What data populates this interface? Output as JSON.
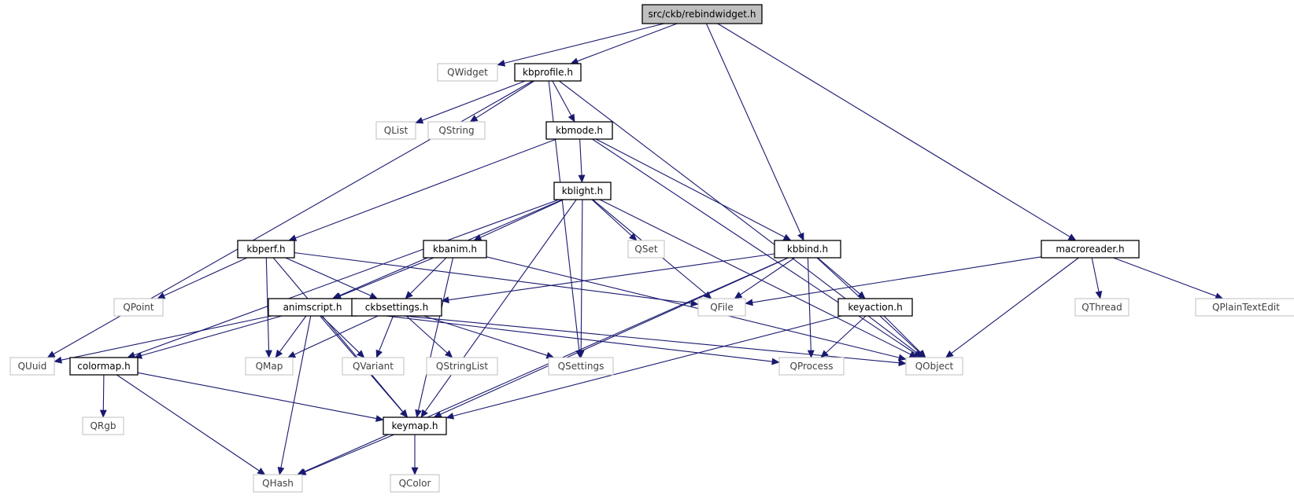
{
  "nodes": [
    {
      "id": "rebindwidget",
      "label": "src/ckb/rebindwidget.h",
      "kind": "root"
    },
    {
      "id": "qwidget",
      "label": "QWidget",
      "kind": "external"
    },
    {
      "id": "kbprofile",
      "label": "kbprofile.h",
      "kind": "internal"
    },
    {
      "id": "qlist",
      "label": "QList",
      "kind": "external"
    },
    {
      "id": "qstring",
      "label": "QString",
      "kind": "external"
    },
    {
      "id": "kbmode",
      "label": "kbmode.h",
      "kind": "internal"
    },
    {
      "id": "kblight",
      "label": "kblight.h",
      "kind": "internal"
    },
    {
      "id": "kbperf",
      "label": "kbperf.h",
      "kind": "internal"
    },
    {
      "id": "kbanim",
      "label": "kbanim.h",
      "kind": "internal"
    },
    {
      "id": "qset",
      "label": "QSet",
      "kind": "external"
    },
    {
      "id": "kbbind",
      "label": "kbbind.h",
      "kind": "internal"
    },
    {
      "id": "macroreader",
      "label": "macroreader.h",
      "kind": "internal"
    },
    {
      "id": "qpoint",
      "label": "QPoint",
      "kind": "external"
    },
    {
      "id": "animscript",
      "label": "animscript.h",
      "kind": "internal"
    },
    {
      "id": "ckbsettings",
      "label": "ckbsettings.h",
      "kind": "internal"
    },
    {
      "id": "qfile",
      "label": "QFile",
      "kind": "external"
    },
    {
      "id": "keyaction",
      "label": "keyaction.h",
      "kind": "internal"
    },
    {
      "id": "qthread",
      "label": "QThread",
      "kind": "external"
    },
    {
      "id": "qplaintextedit",
      "label": "QPlainTextEdit",
      "kind": "external"
    },
    {
      "id": "quuid",
      "label": "QUuid",
      "kind": "external"
    },
    {
      "id": "colormap",
      "label": "colormap.h",
      "kind": "internal"
    },
    {
      "id": "qmap",
      "label": "QMap",
      "kind": "external"
    },
    {
      "id": "qvariant",
      "label": "QVariant",
      "kind": "external"
    },
    {
      "id": "qstringlist",
      "label": "QStringList",
      "kind": "external"
    },
    {
      "id": "qsettings",
      "label": "QSettings",
      "kind": "external"
    },
    {
      "id": "qprocess",
      "label": "QProcess",
      "kind": "external"
    },
    {
      "id": "qobject",
      "label": "QObject",
      "kind": "external"
    },
    {
      "id": "qrgb",
      "label": "QRgb",
      "kind": "external"
    },
    {
      "id": "keymap",
      "label": "keymap.h",
      "kind": "internal"
    },
    {
      "id": "qhash",
      "label": "QHash",
      "kind": "external"
    },
    {
      "id": "qcolor",
      "label": "QColor",
      "kind": "external"
    }
  ],
  "edges": [
    [
      "rebindwidget",
      "qwidget"
    ],
    [
      "rebindwidget",
      "kbprofile"
    ],
    [
      "rebindwidget",
      "kbbind"
    ],
    [
      "rebindwidget",
      "macroreader"
    ],
    [
      "kbprofile",
      "qlist"
    ],
    [
      "kbprofile",
      "qstring"
    ],
    [
      "kbprofile",
      "kbmode"
    ],
    [
      "kbprofile",
      "quuid"
    ],
    [
      "kbprofile",
      "qsettings"
    ],
    [
      "kbprofile",
      "qobject"
    ],
    [
      "kbmode",
      "kblight"
    ],
    [
      "kbmode",
      "kbperf"
    ],
    [
      "kbmode",
      "kbbind"
    ],
    [
      "kbmode",
      "qobject"
    ],
    [
      "kblight",
      "kbanim"
    ],
    [
      "kblight",
      "qset"
    ],
    [
      "kblight",
      "animscript"
    ],
    [
      "kblight",
      "colormap"
    ],
    [
      "kblight",
      "qsettings"
    ],
    [
      "kblight",
      "keymap"
    ],
    [
      "kblight",
      "qfile"
    ],
    [
      "kblight",
      "qobject"
    ],
    [
      "kbperf",
      "qpoint"
    ],
    [
      "kbperf",
      "ckbsettings"
    ],
    [
      "kbperf",
      "qmap"
    ],
    [
      "kbperf",
      "keymap"
    ],
    [
      "kbperf",
      "qfile"
    ],
    [
      "kbanim",
      "animscript"
    ],
    [
      "kbanim",
      "ckbsettings"
    ],
    [
      "kbanim",
      "keymap"
    ],
    [
      "kbanim",
      "qobject"
    ],
    [
      "kbbind",
      "ckbsettings"
    ],
    [
      "kbbind",
      "qfile"
    ],
    [
      "kbbind",
      "keyaction"
    ],
    [
      "kbbind",
      "qprocess"
    ],
    [
      "kbbind",
      "qobject"
    ],
    [
      "kbbind",
      "keymap"
    ],
    [
      "kbbind",
      "qhash"
    ],
    [
      "macroreader",
      "qfile"
    ],
    [
      "macroreader",
      "qthread"
    ],
    [
      "macroreader",
      "qplaintextedit"
    ],
    [
      "macroreader",
      "qobject"
    ],
    [
      "animscript",
      "quuid"
    ],
    [
      "animscript",
      "colormap"
    ],
    [
      "animscript",
      "qmap"
    ],
    [
      "animscript",
      "qvariant"
    ],
    [
      "animscript",
      "keymap"
    ],
    [
      "animscript",
      "qhash"
    ],
    [
      "animscript",
      "qprocess"
    ],
    [
      "animscript",
      "qobject"
    ],
    [
      "ckbsettings",
      "qmap"
    ],
    [
      "ckbsettings",
      "qvariant"
    ],
    [
      "ckbsettings",
      "qstringlist"
    ],
    [
      "ckbsettings",
      "qsettings"
    ],
    [
      "keyaction",
      "qprocess"
    ],
    [
      "keyaction",
      "qobject"
    ],
    [
      "keyaction",
      "keymap"
    ],
    [
      "colormap",
      "qrgb"
    ],
    [
      "colormap",
      "keymap"
    ],
    [
      "colormap",
      "qhash"
    ],
    [
      "keymap",
      "qhash"
    ],
    [
      "keymap",
      "qcolor"
    ]
  ],
  "colors": {
    "edge": "#191970",
    "internal_border": "#000000",
    "external_border": "#bfbfbf",
    "external_text": "#404040",
    "root_fill": "#bfbfbf"
  }
}
